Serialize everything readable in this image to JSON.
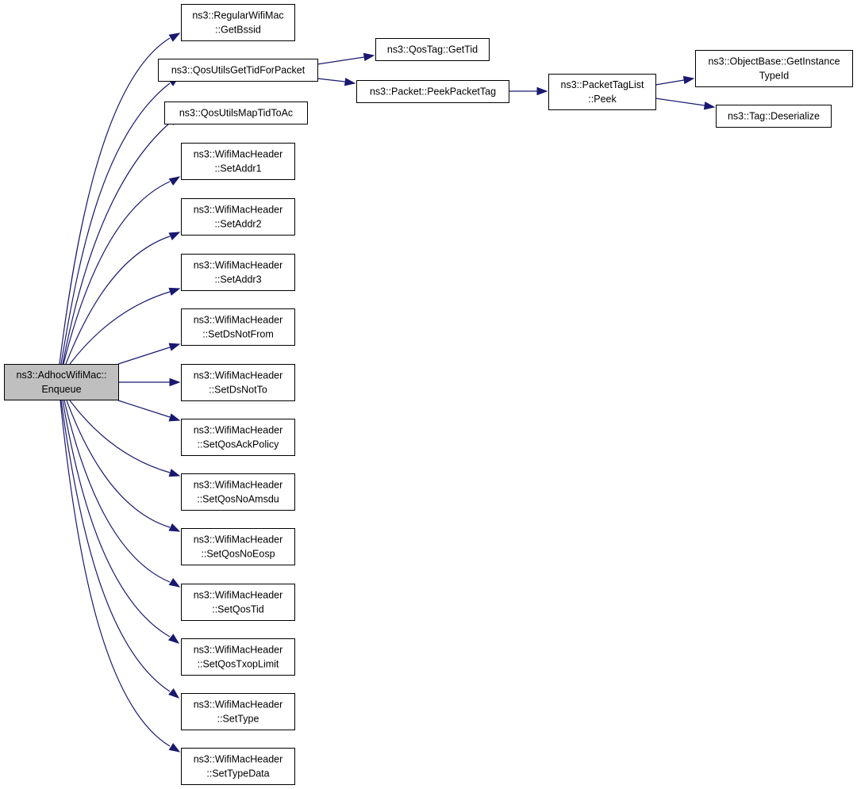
{
  "diagram": {
    "type": "call-graph",
    "root": "enqueue",
    "nodes": [
      {
        "id": "enqueue",
        "lines": [
          "ns3::AdhocWifiMac::",
          "Enqueue"
        ],
        "highlight": true
      },
      {
        "id": "getbssid",
        "lines": [
          "ns3::RegularWifiMac",
          "::GetBssid"
        ]
      },
      {
        "id": "qosgettid",
        "lines": [
          "ns3::QosUtilsGetTidForPacket"
        ]
      },
      {
        "id": "qosmaptid",
        "lines": [
          "ns3::QosUtilsMapTidToAc"
        ]
      },
      {
        "id": "setaddr1",
        "lines": [
          "ns3::WifiMacHeader",
          "::SetAddr1"
        ]
      },
      {
        "id": "setaddr2",
        "lines": [
          "ns3::WifiMacHeader",
          "::SetAddr2"
        ]
      },
      {
        "id": "setaddr3",
        "lines": [
          "ns3::WifiMacHeader",
          "::SetAddr3"
        ]
      },
      {
        "id": "setdsnotfrom",
        "lines": [
          "ns3::WifiMacHeader",
          "::SetDsNotFrom"
        ]
      },
      {
        "id": "setdsnotto",
        "lines": [
          "ns3::WifiMacHeader",
          "::SetDsNotTo"
        ]
      },
      {
        "id": "setqosackpolicy",
        "lines": [
          "ns3::WifiMacHeader",
          "::SetQosAckPolicy"
        ]
      },
      {
        "id": "setqosnoamsdu",
        "lines": [
          "ns3::WifiMacHeader",
          "::SetQosNoAmsdu"
        ]
      },
      {
        "id": "setqosnoeosp",
        "lines": [
          "ns3::WifiMacHeader",
          "::SetQosNoEosp"
        ]
      },
      {
        "id": "setqostid",
        "lines": [
          "ns3::WifiMacHeader",
          "::SetQosTid"
        ]
      },
      {
        "id": "setqostxoplimit",
        "lines": [
          "ns3::WifiMacHeader",
          "::SetQosTxopLimit"
        ]
      },
      {
        "id": "settype",
        "lines": [
          "ns3::WifiMacHeader",
          "::SetType"
        ]
      },
      {
        "id": "settypedata",
        "lines": [
          "ns3::WifiMacHeader",
          "::SetTypeData"
        ]
      },
      {
        "id": "qostaggettid",
        "lines": [
          "ns3::QosTag::GetTid"
        ]
      },
      {
        "id": "peekpackettag",
        "lines": [
          "ns3::Packet::PeekPacketTag"
        ]
      },
      {
        "id": "packettaglistpeek",
        "lines": [
          "ns3::PacketTagList",
          "::Peek"
        ]
      },
      {
        "id": "getinstancetypeid",
        "lines": [
          "ns3::ObjectBase::GetInstance",
          "TypeId"
        ]
      },
      {
        "id": "tagdeserialize",
        "lines": [
          "ns3::Tag::Deserialize"
        ]
      }
    ],
    "edges": [
      {
        "from": "enqueue",
        "to": "getbssid"
      },
      {
        "from": "enqueue",
        "to": "qosgettid"
      },
      {
        "from": "enqueue",
        "to": "qosmaptid"
      },
      {
        "from": "enqueue",
        "to": "setaddr1"
      },
      {
        "from": "enqueue",
        "to": "setaddr2"
      },
      {
        "from": "enqueue",
        "to": "setaddr3"
      },
      {
        "from": "enqueue",
        "to": "setdsnotfrom"
      },
      {
        "from": "enqueue",
        "to": "setdsnotto"
      },
      {
        "from": "enqueue",
        "to": "setqosackpolicy"
      },
      {
        "from": "enqueue",
        "to": "setqosnoamsdu"
      },
      {
        "from": "enqueue",
        "to": "setqosnoeosp"
      },
      {
        "from": "enqueue",
        "to": "setqostid"
      },
      {
        "from": "enqueue",
        "to": "setqostxoplimit"
      },
      {
        "from": "enqueue",
        "to": "settype"
      },
      {
        "from": "enqueue",
        "to": "settypedata"
      },
      {
        "from": "qosgettid",
        "to": "qostaggettid"
      },
      {
        "from": "qosgettid",
        "to": "peekpackettag"
      },
      {
        "from": "peekpackettag",
        "to": "packettaglistpeek"
      },
      {
        "from": "packettaglistpeek",
        "to": "getinstancetypeid"
      },
      {
        "from": "packettaglistpeek",
        "to": "tagdeserialize"
      }
    ],
    "colors": {
      "edge": "#191970",
      "root_fill": "#bfbfbf",
      "node_fill": "#ffffff",
      "border": "#000000"
    }
  }
}
